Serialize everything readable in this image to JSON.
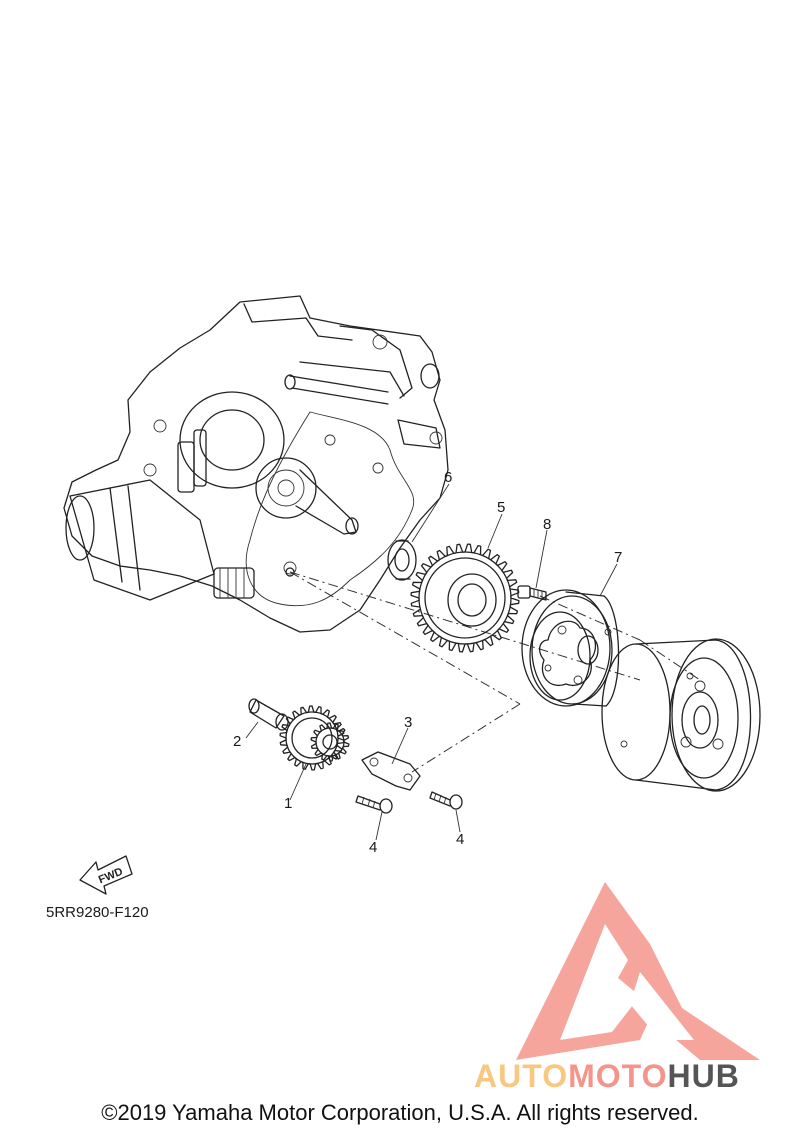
{
  "diagram": {
    "part_code": "5RR9280-F120",
    "fwd_label": "FWD",
    "callouts": [
      {
        "id": "1",
        "label": "1"
      },
      {
        "id": "2",
        "label": "2"
      },
      {
        "id": "3",
        "label": "3"
      },
      {
        "id": "4a",
        "label": "4"
      },
      {
        "id": "4b",
        "label": "4"
      },
      {
        "id": "5",
        "label": "5"
      },
      {
        "id": "6",
        "label": "6"
      },
      {
        "id": "7",
        "label": "7"
      },
      {
        "id": "8",
        "label": "8"
      }
    ]
  },
  "watermark": {
    "word_auto": "AUTO",
    "word_moto": "MOTO",
    "word_hub": "HUB",
    "colors": {
      "logo": "#f4958c",
      "auto": "#f9c880",
      "moto": "#f4958c",
      "hub": "#555555"
    }
  },
  "footer": {
    "copyright": "©2019 Yamaha Motor Corporation, U.S.A. All rights reserved."
  }
}
